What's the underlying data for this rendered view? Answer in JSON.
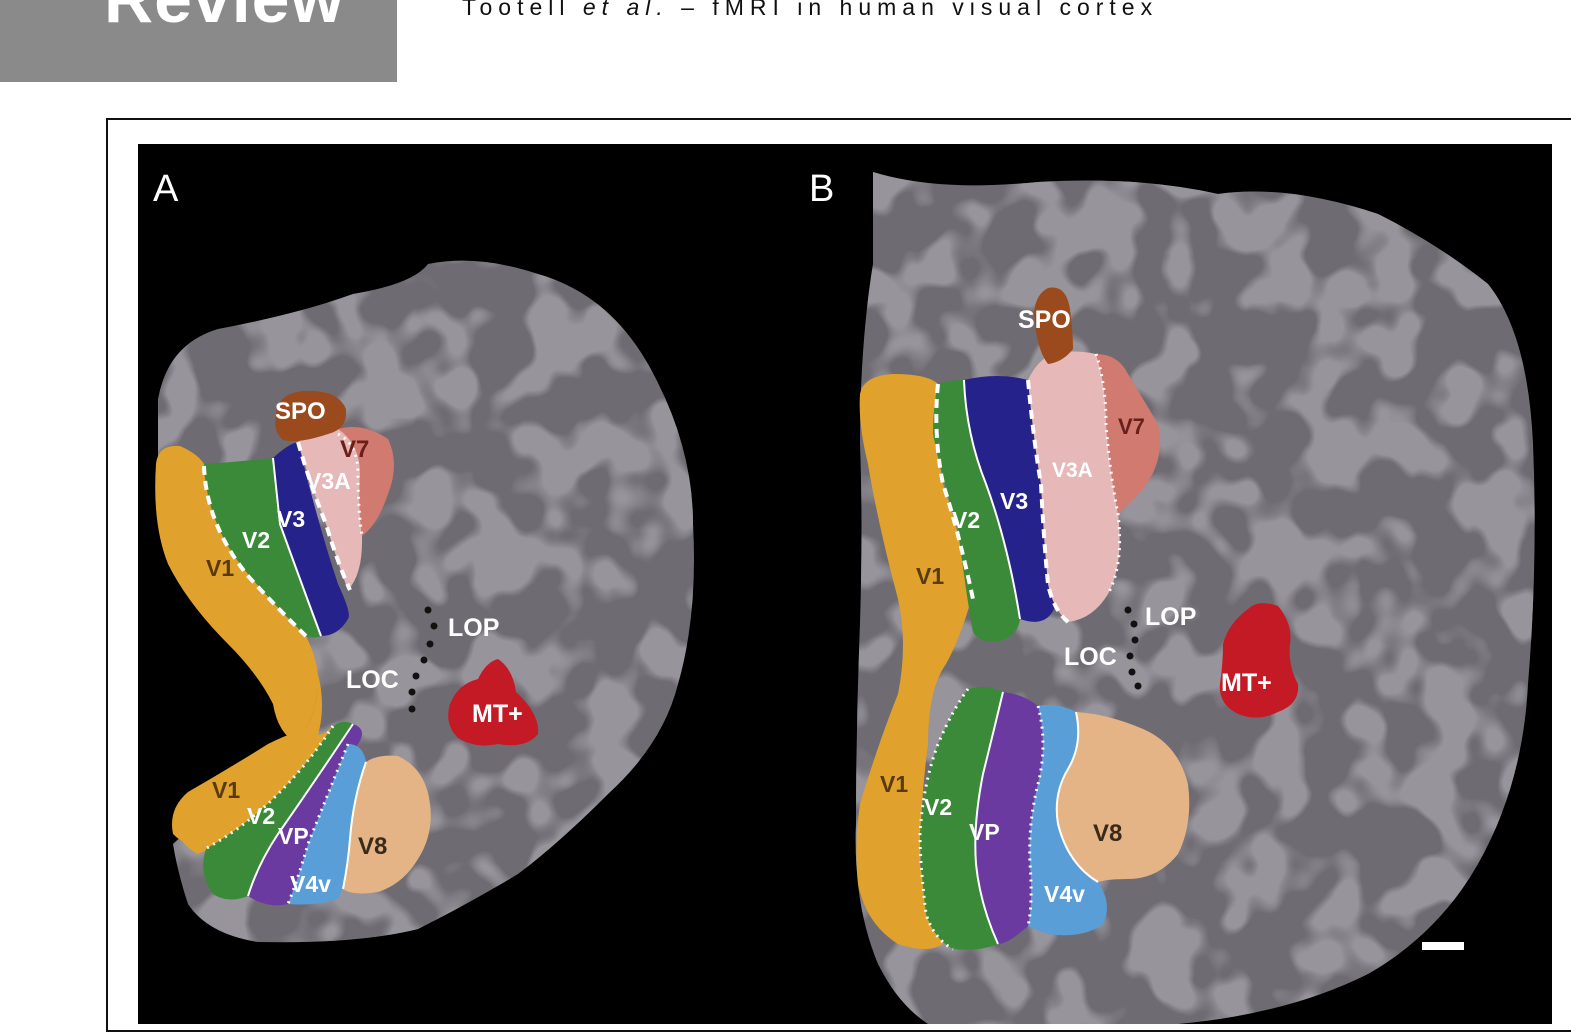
{
  "header": {
    "section_label": "Review",
    "running_head_prefix": "Tootell ",
    "running_head_italic": "et al.",
    "running_head_suffix": " – fMRI in human visual cortex"
  },
  "figure": {
    "panel_a": {
      "letter": "A",
      "labels": {
        "spo": "SPO",
        "v7": "V7",
        "v3a": "V3A",
        "v3": "V3",
        "v2_upper": "V2",
        "v1_upper": "V1",
        "lop": "LOP",
        "loc": "LOC",
        "mt": "MT+",
        "v1_lower": "V1",
        "v2_lower": "V2",
        "vp": "VP",
        "v4v": "V4v",
        "v8": "V8"
      }
    },
    "panel_b": {
      "letter": "B",
      "labels": {
        "spo": "SPO",
        "v7": "V7",
        "v3a": "V3A",
        "v3": "V3",
        "v2_upper": "V2",
        "v1_upper": "V1",
        "lop": "LOP",
        "loc": "LOC",
        "mt": "MT+",
        "v1_lower": "V1",
        "v2_lower": "V2",
        "vp": "VP",
        "v4v": "V4v",
        "v8": "V8"
      }
    },
    "colors": {
      "background": "#000000",
      "cortex_light": "#6e6c72",
      "cortex_dark": "#504e55",
      "v1": "#e0a22c",
      "v2": "#3a8a3a",
      "v3": "#25228c",
      "v3a": "#e6b8b8",
      "v7": "#d07a70",
      "spo": "#9a4a1c",
      "mt": "#c41a26",
      "vp": "#6a3aa0",
      "v4v": "#5a9ed8",
      "v8": "#e4b486"
    }
  }
}
